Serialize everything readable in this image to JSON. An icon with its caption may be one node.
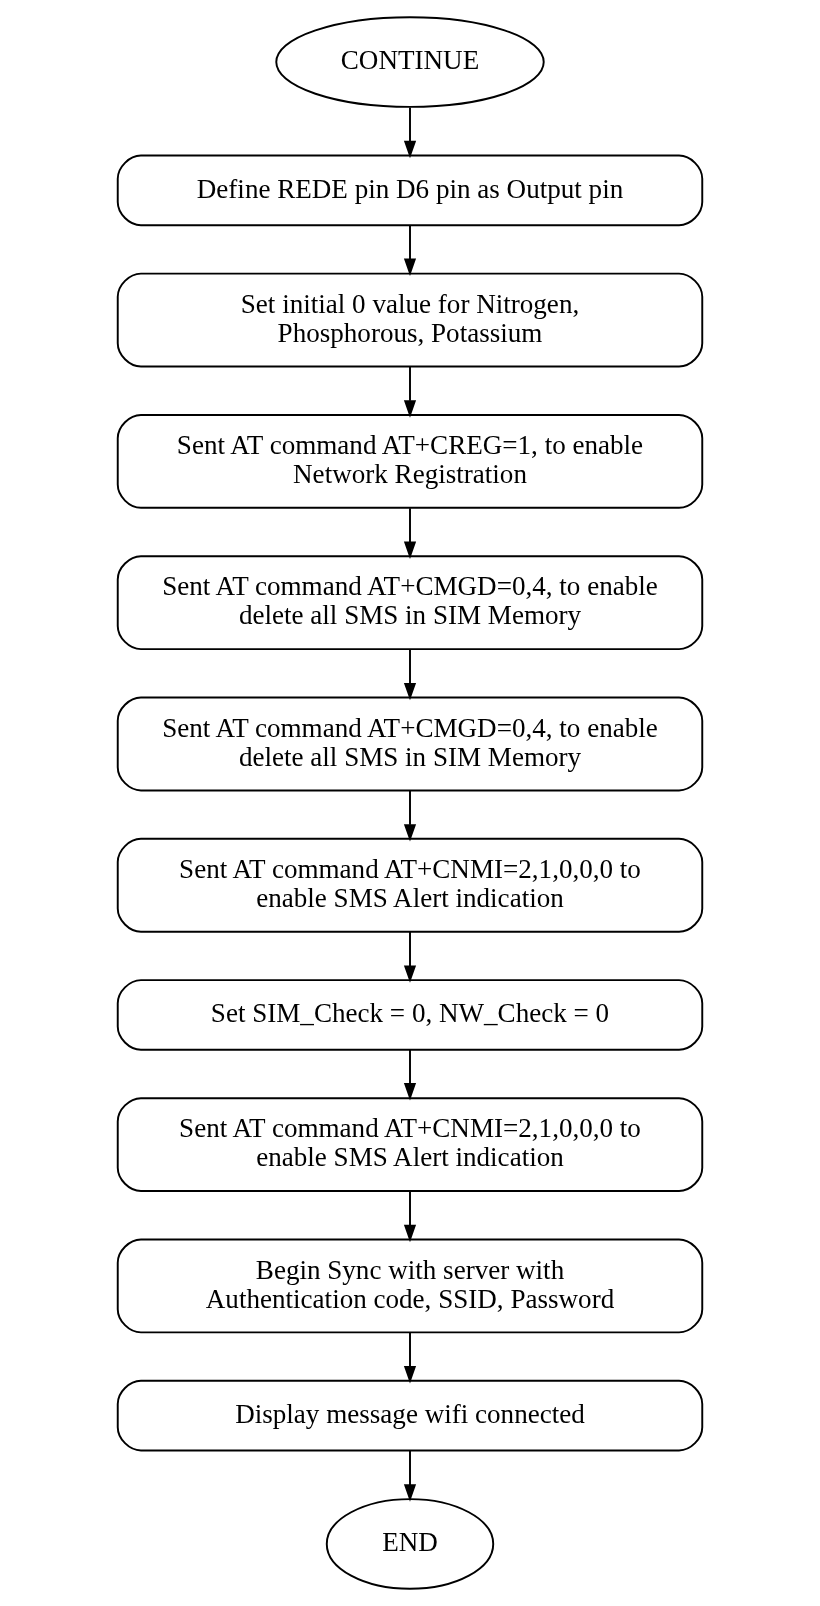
{
  "diagram": {
    "nodes": [
      {
        "text": [
          "CONTINUE"
        ]
      },
      {
        "text": [
          "Define REDE pin D6 pin as Output pin"
        ]
      },
      {
        "text": [
          "Set initial 0 value for Nitrogen, Phosphorous, Potassium"
        ]
      },
      {
        "text": [
          "Sent AT command AT+CREG=1, to enable Network Registration"
        ]
      },
      {
        "text": [
          "Sent AT command AT+CMGD=0,4, to enable delete all SMS in SIM Memory"
        ]
      },
      {
        "text": [
          "Sent AT command AT+CMGD=0,4, to enable delete all SMS in SIM Memory"
        ]
      },
      {
        "text": [
          "Sent AT command AT+CNMI=2,1,0,0,0 to enable SMS Alert indication"
        ]
      },
      {
        "text": [
          "Set SIM_Check = 0, NW_Check = 0"
        ]
      },
      {
        "text": [
          "Sent AT command AT+CNMI=2,1,0,0,0 to enable SMS Alert indication"
        ]
      },
      {
        "text": [
          "Begin Sync with server with Authentication code, SSID, Password"
        ]
      },
      {
        "text": [
          "Display message wifi connected"
        ]
      },
      {
        "text": [
          "END"
        ]
      }
    ],
    "edges": [
      {
        "from": 0,
        "to": 1,
        "arrow": "to"
      },
      {
        "from": 1,
        "to": 2,
        "arrow": "to"
      },
      {
        "from": 2,
        "to": 3,
        "arrow": "to"
      },
      {
        "from": 3,
        "to": 4,
        "arrow": "to"
      },
      {
        "from": 4,
        "to": 5,
        "arrow": "to"
      },
      {
        "from": 5,
        "to": 6,
        "arrow": "to"
      },
      {
        "from": 6,
        "to": 7,
        "arrow": "to"
      },
      {
        "from": 7,
        "to": 8,
        "arrow": "to"
      },
      {
        "from": 8,
        "to": 9,
        "arrow": "to"
      },
      {
        "from": 9,
        "to": 10,
        "arrow": "to"
      },
      {
        "from": 10,
        "to": 11,
        "arrow": "to"
      }
    ]
  }
}
